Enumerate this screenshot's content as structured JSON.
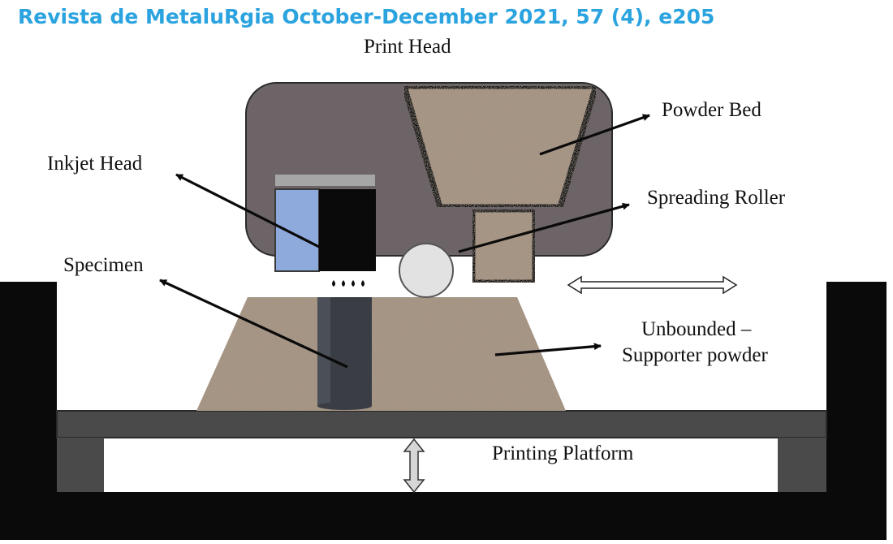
{
  "header": {
    "journal_line": "Revista de MetaluRgia October-December 2021, 57 (4), e205"
  },
  "diagram": {
    "labels": {
      "print_head": "Print Head",
      "powder_bed": "Powder Bed",
      "inkjet_head": "Inkjet Head",
      "spreading_roller": "Spreading Roller",
      "specimen": "Specimen",
      "unbounded_line1": "Unbounded –",
      "unbounded_line2": "Supporter powder",
      "printing_platform": "Printing Platform"
    },
    "colors": {
      "print_head_body": "#6c6466",
      "frame": "#0a0a0a",
      "platform_beam": "#4a4a4a",
      "inkjet_cartridge": "#8ea9db",
      "powder": "#a89684",
      "specimen": "#3a3d44",
      "roller": "#e2e2e2",
      "journal_text": "#2aa3df"
    }
  }
}
